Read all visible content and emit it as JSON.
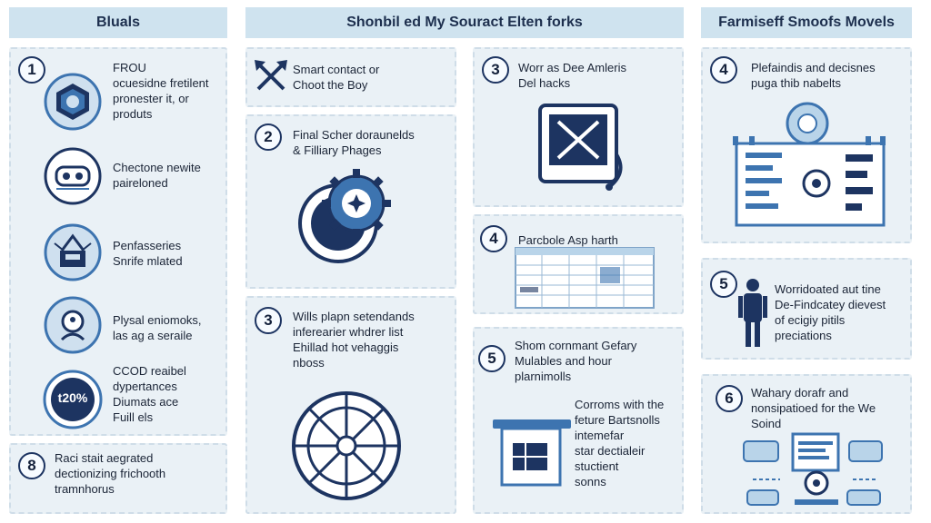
{
  "headers": {
    "left": "Bluals",
    "middle": "Shonbil ed My Souract Elten forks",
    "right": "Farmiseff Smoofs Movels"
  },
  "left_column": {
    "badge_1": "1",
    "items": [
      "FROU\nocuesidne fretilent\npronester it, or\nproduts",
      "Chectone newite\npaireloned",
      "Penfasseries\nSnrife mlated",
      "Plysal eniomoks,\nlas ag a seraile",
      "CCOD reaibel\ndypertances\nDiumats ace\nFuill els"
    ],
    "badge_text": "t20%",
    "bottom_badge": "8",
    "bottom_text": "Raci stait aegrated\ndectionizing frichooth\ntramnhorus"
  },
  "middle_a": {
    "p1_text": "Smart contact or\nChoot the Boy",
    "p2_badge": "2",
    "p2_text": "Final Scher doraunelds\n& Filliary Phages",
    "p3_badge": "3",
    "p3_text": "Wills plapn setendands\ninferearier whdrer list\nEhillad hot vehaggis\nnboss"
  },
  "middle_b": {
    "p1_badge": "3",
    "p1_text": "Worr as Dee Amleris\nDel hacks",
    "p2_badge": "4",
    "p2_text": "Parcbole Asp harth",
    "p3_badge": "5",
    "p3_text": "Shom cornmant Gefary\nMulables and hour\nplarnimolls",
    "p3_text2": "Corroms with the\nfeture Bartsnolls\nintemefar\nstar dectialeir\nstuctient\nsonns"
  },
  "right_column": {
    "p1_badge": "4",
    "p1_text": "Plefaindis and decisnes\npuga thib nabelts",
    "p2_badge": "5",
    "p2_text": "Worridoated aut tine\nDe-Findcatey dievest\nof ecigiy pitils\npreciations",
    "p3_badge": "6",
    "p3_text": "Wahary dorafr and\nnonsipatioed for the We\nSoind"
  },
  "colors": {
    "navy": "#1d3461",
    "mid_blue": "#3d74b0",
    "light_blue": "#b9d4e9",
    "panel": "#eaf1f6",
    "header": "#cfe3ef"
  }
}
